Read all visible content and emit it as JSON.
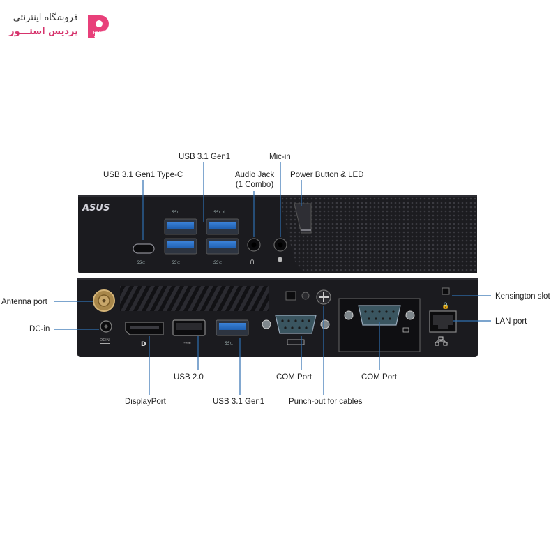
{
  "store": {
    "line1": "فروشگاه اینترنتی",
    "line2": "پردیس استـــور",
    "mark_text": "Pardis Store",
    "brand_color": "#e8407a"
  },
  "device": {
    "logo": "ASUS",
    "body_color": "#1b1b1f"
  },
  "labels": {
    "usb31_gen1_top": "USB 3.1 Gen1",
    "mic_in": "Mic-in",
    "usb31_type_c": "USB 3.1 Gen1 Type-C",
    "audio_jack_line1": "Audio Jack",
    "audio_jack_line2": "(1 Combo)",
    "power_button": "Power Button & LED",
    "antenna_port": "Antenna port",
    "kensington_slot": "Kensington slot",
    "dc_in": "DC-in",
    "lan_port": "LAN port",
    "usb20": "USB 2.0",
    "com_port_1": "COM Port",
    "com_port_2": "COM Port",
    "displayport": "DisplayPort",
    "usb31_gen1_bottom": "USB 3.1 Gen1",
    "punch_out": "Punch-out for cables",
    "dcin_marking": "DCIN"
  }
}
